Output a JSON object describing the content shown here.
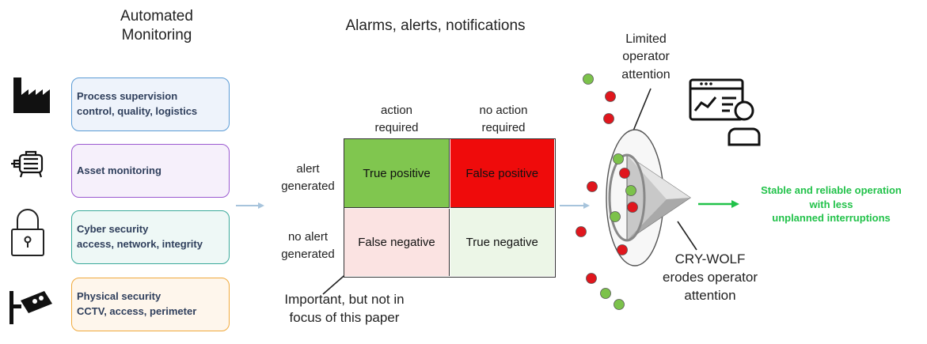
{
  "left_column": {
    "title": "Automated\nMonitoring",
    "items": [
      {
        "label": "Process supervision\ncontrol, quality, logistics",
        "icon": "factory-icon",
        "border": "#5b9bd5",
        "bg": "#eef3fb"
      },
      {
        "label": "Asset monitoring",
        "icon": "motor-icon",
        "border": "#9b59d0",
        "bg": "#f6f0fb"
      },
      {
        "label": "Cyber security\naccess, network, integrity",
        "icon": "padlock-icon",
        "border": "#3aa99a",
        "bg": "#eef8f6"
      },
      {
        "label": "Physical security\nCCTV, access, perimeter",
        "icon": "cctv-camera-icon",
        "border": "#f0a93c",
        "bg": "#fef6ec"
      }
    ]
  },
  "matrix": {
    "title": "Alarms, alerts, notifications",
    "col_headers": [
      "action\nrequired",
      "no action\nrequired"
    ],
    "row_headers": [
      "alert\ngenerated",
      "no alert\ngenerated"
    ],
    "cells": [
      {
        "label": "True positive",
        "color": "#80c64f"
      },
      {
        "label": "False positive",
        "color": "#ef0b0b"
      },
      {
        "label": "False negative",
        "color": "#fbe3e2"
      },
      {
        "label": "True negative",
        "color": "#ecf6e7"
      }
    ],
    "note": "Important, but not in\nfocus of this paper"
  },
  "funnel": {
    "limited_attention": "Limited\noperator\nattention",
    "cry_wolf": "CRY-WOLF\nerodes operator\nattention",
    "dot_colors": {
      "green": "#7cc24b",
      "red": "#e0161d"
    }
  },
  "result": {
    "text": "Stable and reliable operation\nwith less\nunplanned interruptions",
    "color": "#22c24a"
  },
  "icons": [
    "factory-icon",
    "motor-icon",
    "padlock-icon",
    "cctv-camera-icon",
    "operator-dashboard-icon"
  ]
}
